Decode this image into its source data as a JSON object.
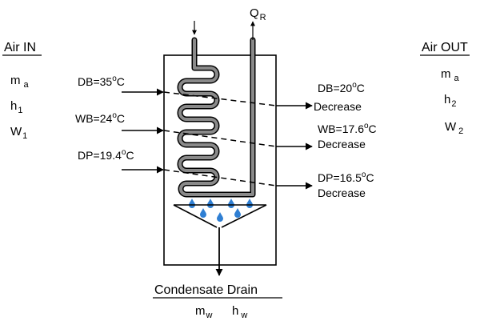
{
  "air_in": {
    "title": "Air IN",
    "mass_flow": {
      "base": "m",
      "sub": "a"
    },
    "enthalpy": {
      "base": "h",
      "sub": "1"
    },
    "humidity": {
      "base": "W",
      "sub": "1"
    }
  },
  "air_out": {
    "title": "Air OUT",
    "mass_flow": {
      "base": "m",
      "sub": "a"
    },
    "enthalpy": {
      "base": "h",
      "sub": "2"
    },
    "humidity": {
      "base": "W",
      "sub": "2"
    }
  },
  "heat": {
    "base": "Q",
    "sub": "R"
  },
  "inlet": {
    "db": {
      "text": "DB=35",
      "deg": "o",
      "unit": "C"
    },
    "wb": {
      "text": "WB=24",
      "deg": "o",
      "unit": "C"
    },
    "dp": {
      "text": "DP=19.4",
      "deg": "o",
      "unit": "C"
    }
  },
  "outlet": {
    "db": {
      "text": "DB=20",
      "deg": "o",
      "unit": "C",
      "change": "Decrease"
    },
    "wb": {
      "text": "WB=17.6",
      "deg": "o",
      "unit": "C",
      "change": "Decrease"
    },
    "dp": {
      "text": "DP=16.5",
      "deg": "o",
      "unit": "C",
      "change": "Decrease"
    }
  },
  "drain": {
    "title": "Condensate Drain",
    "mass_flow": {
      "base": "m",
      "sub": "w"
    },
    "enthalpy": {
      "base": "h",
      "sub": "w"
    }
  },
  "colors": {
    "ink": "#000000",
    "coil": "#8a8a8a",
    "drop": "#2f7fd3",
    "background": "#ffffff"
  }
}
